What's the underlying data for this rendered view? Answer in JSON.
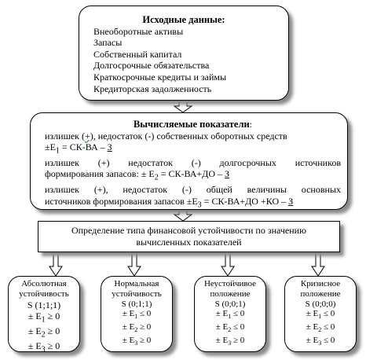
{
  "input_box": {
    "title": "Исходные данные:",
    "items": [
      "Внеоборотные активы",
      "Запасы",
      "Собственный капитал",
      "Долгосрочные обязательства",
      "Краткосрочные кредиты и займы",
      "Кредиторская задолженность"
    ]
  },
  "calc_box": {
    "title": "Вычисляемые показатели",
    "title_suffix": ":",
    "l1_a": "излишек (",
    "l1_b": "+),",
    "l1_c": " недостаток (-) собственных оборотных средств",
    "l2_a": "±Е",
    "l2_sub": "1",
    "l2_b": " = СК-ВА – ",
    "l2_z": "З",
    "l3": "излишек (+) недостаток (-) долгосрочных источников",
    "l4_a": "формирования запасов: ± Е",
    "l4_sub": "2",
    "l4_b": " = СК-ВА+ДО – ",
    "l4_z": "З",
    "l5": "излишек (+), недостаток (-) общей величины основных",
    "l6_a": "источников формирования запасов ±Е",
    "l6_sub": "3",
    "l6_b": " = СК-ВА+ДО +КО – ",
    "l6_z": "З"
  },
  "definition_box": {
    "line1": "Определение типа финансовой устойчивости по значению",
    "line2": "вычисленных показателей"
  },
  "types": [
    {
      "name1": "Абсолютная",
      "name2": "устойчивость",
      "s": "S (1;1;1)",
      "p": "± Е",
      "s1": "1",
      "r1": " ≥ 0",
      "s2": "2",
      "r2": " ≥ 0",
      "s3": "3",
      "r3": " ≥ 0"
    },
    {
      "name1": "Нормальная",
      "name2": "устойчивость",
      "s": "S (0;1;1)",
      "p": "± Е",
      "s1": "1",
      "r1": " ≤ 0",
      "s2": "2",
      "r2": " ≥ 0",
      "s3": "3",
      "r3": " ≥ 0"
    },
    {
      "name1": "Неустойчивое",
      "name2": "положение",
      "s": "S (0;0;1)",
      "p": "± Е",
      "s1": "1",
      "r1": " ≤ 0",
      "s2": "2",
      "r2": " ≤ 0",
      "s3": "3",
      "r3": " ≥ 0"
    },
    {
      "name1": "Кризисное",
      "name2": "положение",
      "s": "S (0;0;0)",
      "p": "± Е",
      "s1": "1",
      "r1": " ≤ 0",
      "s2": "2",
      "r2": " ≤ 0",
      "s3": "3",
      "r3": " ≤ 0"
    }
  ]
}
